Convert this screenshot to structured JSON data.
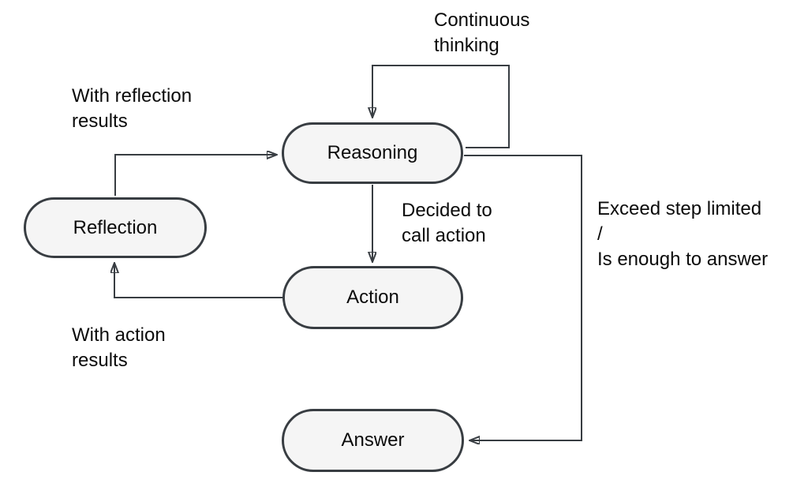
{
  "diagram": {
    "type": "flowchart",
    "colors": {
      "background": "#ffffff",
      "node_fill": "#f5f5f5",
      "node_stroke": "#383d42",
      "edge_stroke": "#383d42",
      "text": "#0b0b0b"
    },
    "nodes": [
      {
        "id": "reasoning",
        "label": "Reasoning",
        "shape": "stadium"
      },
      {
        "id": "reflection",
        "label": "Reflection",
        "shape": "stadium"
      },
      {
        "id": "action",
        "label": "Action",
        "shape": "stadium"
      },
      {
        "id": "answer",
        "label": "Answer",
        "shape": "stadium"
      }
    ],
    "edges": [
      {
        "from": "reasoning",
        "to": "reasoning",
        "label": "Continuous\nthinking"
      },
      {
        "from": "reflection",
        "to": "reasoning",
        "label": "With reflection\nresults"
      },
      {
        "from": "reasoning",
        "to": "action",
        "label": "Decided to\ncall action"
      },
      {
        "from": "action",
        "to": "reflection",
        "label": "With action\nresults"
      },
      {
        "from": "reasoning",
        "to": "answer",
        "label": "Exceed step limited\n/\nIs enough to answer"
      }
    ]
  }
}
